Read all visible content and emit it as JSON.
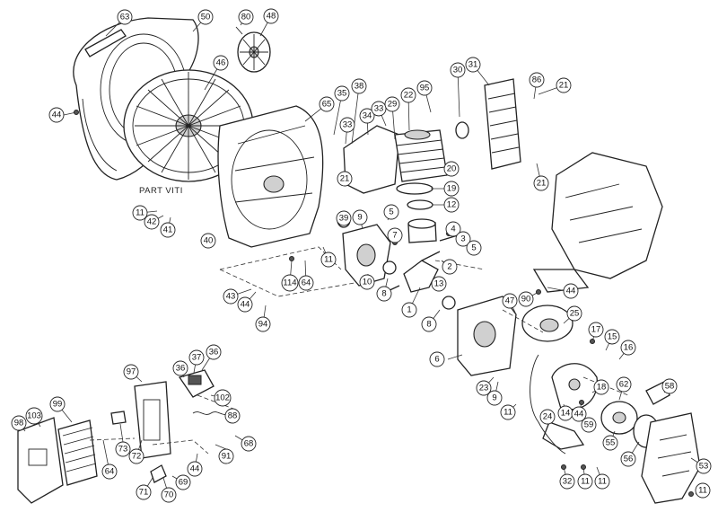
{
  "diagram_text": {
    "part_viti": "PART VITI"
  },
  "callouts": [
    {
      "id": "c63",
      "label": "63"
    },
    {
      "id": "c50",
      "label": "50"
    },
    {
      "id": "c80",
      "label": "80"
    },
    {
      "id": "c48",
      "label": "48"
    },
    {
      "id": "c46",
      "label": "46"
    },
    {
      "id": "c44a",
      "label": "44"
    },
    {
      "id": "c35",
      "label": "35"
    },
    {
      "id": "c38",
      "label": "38"
    },
    {
      "id": "c65",
      "label": "65"
    },
    {
      "id": "c34",
      "label": "34"
    },
    {
      "id": "c33a",
      "label": "33"
    },
    {
      "id": "c33b",
      "label": "33"
    },
    {
      "id": "c29",
      "label": "29"
    },
    {
      "id": "c22",
      "label": "22"
    },
    {
      "id": "c95",
      "label": "95"
    },
    {
      "id": "c30",
      "label": "30"
    },
    {
      "id": "c31",
      "label": "31"
    },
    {
      "id": "c86",
      "label": "86"
    },
    {
      "id": "c21a",
      "label": "21"
    },
    {
      "id": "c20",
      "label": "20"
    },
    {
      "id": "c21b",
      "label": "21"
    },
    {
      "id": "c21c",
      "label": "21"
    },
    {
      "id": "c19",
      "label": "19"
    },
    {
      "id": "c12",
      "label": "12"
    },
    {
      "id": "c11a",
      "label": "11"
    },
    {
      "id": "c42",
      "label": "42"
    },
    {
      "id": "c41",
      "label": "41"
    },
    {
      "id": "c40",
      "label": "40"
    },
    {
      "id": "c39",
      "label": "39"
    },
    {
      "id": "c9a",
      "label": "9"
    },
    {
      "id": "c5a",
      "label": "5"
    },
    {
      "id": "c7",
      "label": "7"
    },
    {
      "id": "c4",
      "label": "4"
    },
    {
      "id": "c3",
      "label": "3"
    },
    {
      "id": "c5b",
      "label": "5"
    },
    {
      "id": "c11b",
      "label": "11"
    },
    {
      "id": "c2",
      "label": "2"
    },
    {
      "id": "c13",
      "label": "13"
    },
    {
      "id": "c10",
      "label": "10"
    },
    {
      "id": "c8a",
      "label": "8"
    },
    {
      "id": "c114",
      "label": "114"
    },
    {
      "id": "c64a",
      "label": "64"
    },
    {
      "id": "c43",
      "label": "43"
    },
    {
      "id": "c44b",
      "label": "44"
    },
    {
      "id": "c94",
      "label": "94"
    },
    {
      "id": "c1",
      "label": "1"
    },
    {
      "id": "c8b",
      "label": "8"
    },
    {
      "id": "c90",
      "label": "90"
    },
    {
      "id": "c44c",
      "label": "44"
    },
    {
      "id": "c47",
      "label": "47"
    },
    {
      "id": "c25",
      "label": "25"
    },
    {
      "id": "c6",
      "label": "6"
    },
    {
      "id": "c17",
      "label": "17"
    },
    {
      "id": "c15",
      "label": "15"
    },
    {
      "id": "c16",
      "label": "16"
    },
    {
      "id": "c23",
      "label": "23"
    },
    {
      "id": "c9b",
      "label": "9"
    },
    {
      "id": "c58",
      "label": "58"
    },
    {
      "id": "c18",
      "label": "18"
    },
    {
      "id": "c62",
      "label": "62"
    },
    {
      "id": "c14",
      "label": "14"
    },
    {
      "id": "c44d",
      "label": "44"
    },
    {
      "id": "c11c",
      "label": "11"
    },
    {
      "id": "c59",
      "label": "59"
    },
    {
      "id": "c24",
      "label": "24"
    },
    {
      "id": "c55",
      "label": "55"
    },
    {
      "id": "c56",
      "label": "56"
    },
    {
      "id": "c53",
      "label": "53"
    },
    {
      "id": "c11d",
      "label": "11"
    },
    {
      "id": "c11e",
      "label": "11"
    },
    {
      "id": "c11f",
      "label": "11"
    },
    {
      "id": "c32",
      "label": "32"
    },
    {
      "id": "c97",
      "label": "97"
    },
    {
      "id": "c37",
      "label": "37"
    },
    {
      "id": "c36a",
      "label": "36"
    },
    {
      "id": "c36b",
      "label": "36"
    },
    {
      "id": "c102",
      "label": "102"
    },
    {
      "id": "c88",
      "label": "88"
    },
    {
      "id": "c99",
      "label": "99"
    },
    {
      "id": "c103",
      "label": "103"
    },
    {
      "id": "c98",
      "label": "98"
    },
    {
      "id": "c73",
      "label": "73"
    },
    {
      "id": "c64b",
      "label": "64"
    },
    {
      "id": "c72",
      "label": "72"
    },
    {
      "id": "c91",
      "label": "91"
    },
    {
      "id": "c68",
      "label": "68"
    },
    {
      "id": "c44e",
      "label": "44"
    },
    {
      "id": "c71",
      "label": "71"
    },
    {
      "id": "c70",
      "label": "70"
    },
    {
      "id": "c69",
      "label": "69"
    }
  ]
}
